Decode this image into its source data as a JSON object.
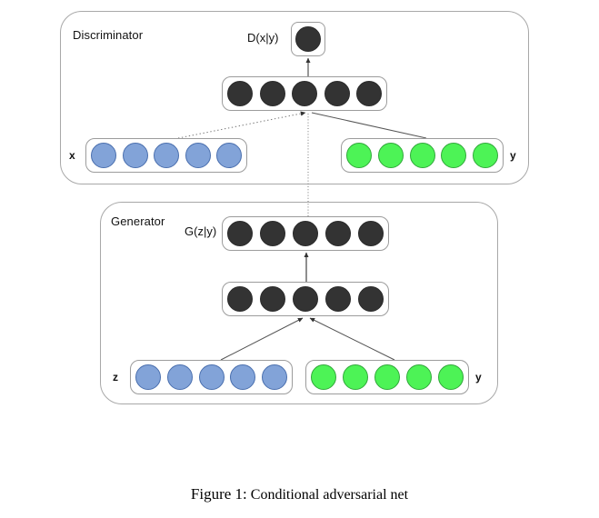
{
  "figure": {
    "caption_number": "Figure 1:",
    "caption_text": "Conditional adversarial net",
    "colors": {
      "node_dark": "#333333",
      "node_blue": "#82a3d8",
      "node_green": "#4df356",
      "panel_border": "#a8a8a8",
      "group_border": "#9c9c9c",
      "edge": "#555555",
      "background": "#ffffff"
    }
  },
  "discriminator": {
    "title": "Discriminator",
    "output_label": "D(x|y)",
    "output_nodes": 1,
    "hidden_nodes": 5,
    "input_x_label": "x",
    "input_x_nodes": 5,
    "input_y_label": "y",
    "input_y_nodes": 5
  },
  "generator": {
    "title": "Generator",
    "output_label": "G(z|y)",
    "output_nodes": 5,
    "hidden_nodes": 5,
    "input_z_label": "z",
    "input_z_nodes": 5,
    "input_y_label": "y",
    "input_y_nodes": 5
  },
  "edges": [
    {
      "name": "d-hidden-to-output",
      "style": "solid",
      "arrow": true
    },
    {
      "name": "d-x-to-hidden",
      "style": "dotted",
      "arrow": true
    },
    {
      "name": "d-y-to-hidden",
      "style": "solid",
      "arrow": true
    },
    {
      "name": "generator-output-to-discriminator-hidden",
      "style": "dash-dot",
      "arrow": false
    },
    {
      "name": "g-hidden-to-output",
      "style": "solid",
      "arrow": true
    },
    {
      "name": "g-z-to-hidden",
      "style": "solid",
      "arrow": true
    },
    {
      "name": "g-y-to-hidden",
      "style": "solid",
      "arrow": true
    }
  ]
}
